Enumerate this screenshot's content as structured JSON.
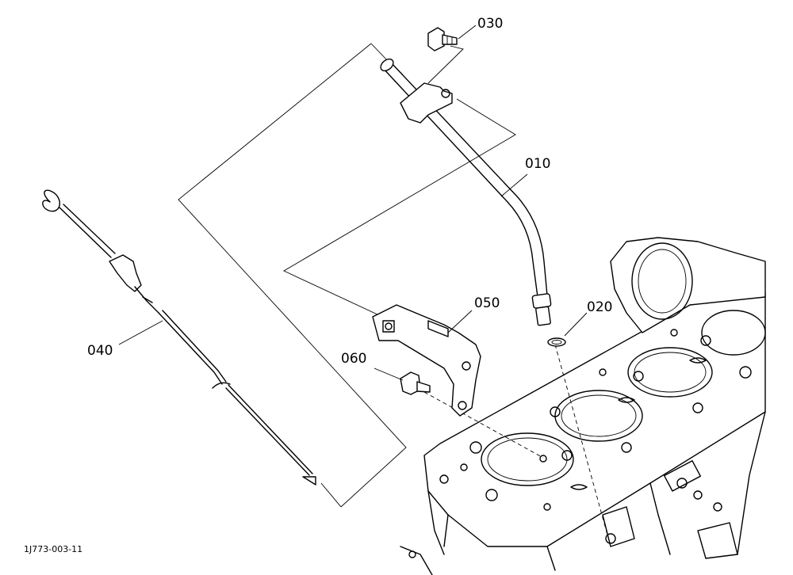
{
  "diagram": {
    "drawing_code": "1J773-003-11",
    "callouts": [
      "030",
      "010",
      "050",
      "020",
      "060",
      "040"
    ]
  }
}
